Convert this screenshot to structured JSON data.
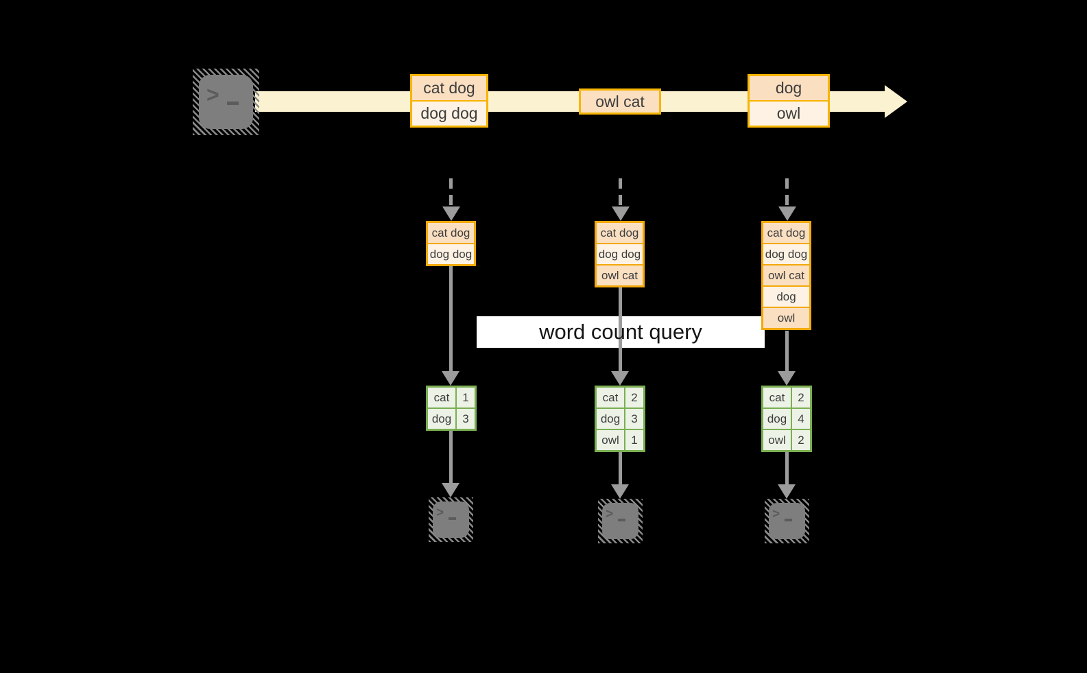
{
  "query_label": "word count query",
  "stream": {
    "source_icon": "terminal-icon",
    "batches": [
      {
        "records": [
          "cat dog",
          "dog dog"
        ]
      },
      {
        "records": [
          "owl cat"
        ]
      },
      {
        "records": [
          "dog",
          "owl"
        ]
      }
    ]
  },
  "columns": [
    {
      "window": [
        "cat dog",
        "dog dog"
      ],
      "counts": [
        {
          "word": "cat",
          "count": "1"
        },
        {
          "word": "dog",
          "count": "3"
        }
      ],
      "sink_icon": "terminal-icon"
    },
    {
      "window": [
        "cat dog",
        "dog dog",
        "owl cat"
      ],
      "counts": [
        {
          "word": "cat",
          "count": "2"
        },
        {
          "word": "dog",
          "count": "3"
        },
        {
          "word": "owl",
          "count": "1"
        }
      ],
      "sink_icon": "terminal-icon"
    },
    {
      "window": [
        "cat dog",
        "dog dog",
        "owl cat",
        "dog",
        "owl"
      ],
      "counts": [
        {
          "word": "cat",
          "count": "2"
        },
        {
          "word": "dog",
          "count": "4"
        },
        {
          "word": "owl",
          "count": "2"
        }
      ],
      "sink_icon": "terminal-icon"
    }
  ],
  "colors": {
    "background": "#000000",
    "stream_band": "#FBF2D1",
    "box_border_gold": "#F2A90A",
    "record_fill_dark": "#FADFC1",
    "record_fill_light": "#FDF2E3",
    "table_border_green": "#7BAF52",
    "table_fill": "#ECF2E6",
    "arrow_gray": "#9C9C9C",
    "terminal_gray": "#7E7E7E"
  }
}
